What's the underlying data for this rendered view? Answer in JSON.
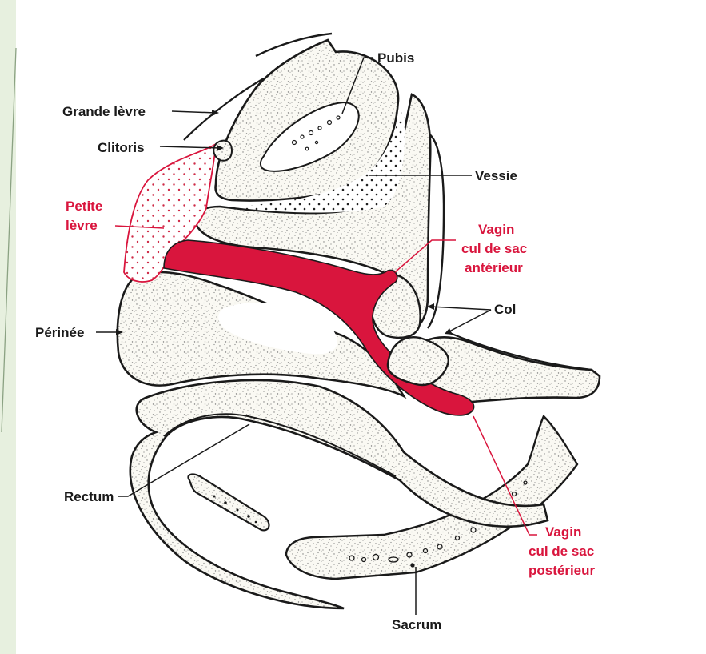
{
  "colors": {
    "background": "#ffffff",
    "left_edge": "#e7f0df",
    "ink": "#1a1a1a",
    "tissue": "#faf9f3",
    "stipple": "#7d7d7d",
    "accent_red": "#d9153d",
    "red_dots": "#cf2a47"
  },
  "labels": {
    "pubis": "Pubis",
    "grande_levre": "Grande lèvre",
    "clitoris": "Clitoris",
    "vessie": "Vessie",
    "petite_levre": [
      "Petite",
      "lèvre"
    ],
    "vagin_anterieur": [
      "Vagin",
      "cul de sac",
      "antérieur"
    ],
    "col": "Col",
    "perinee": "Périnée",
    "rectum": "Rectum",
    "vagin_posterieur": [
      "Vagin",
      "cul de sac",
      "postérieur"
    ],
    "sacrum": "Sacrum"
  }
}
